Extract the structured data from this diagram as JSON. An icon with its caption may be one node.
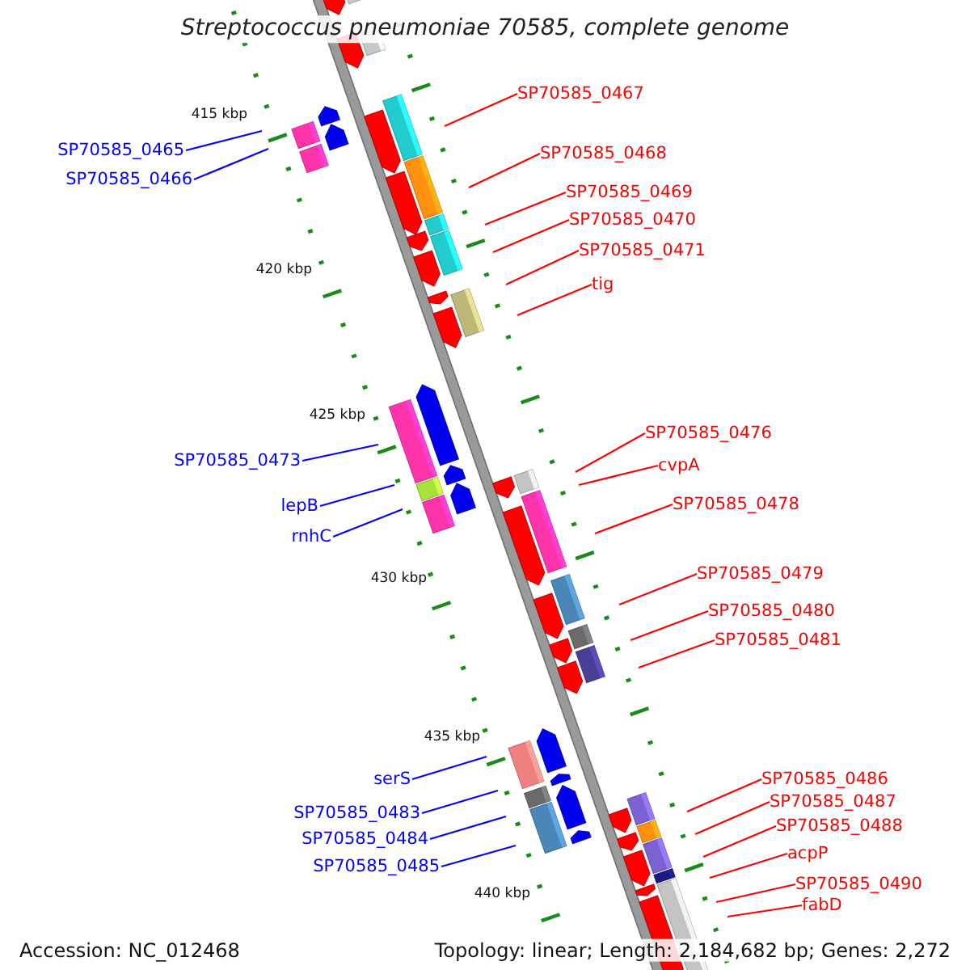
{
  "diagram": {
    "title": "Streptococcus pneumoniae 70585, complete genome",
    "nodes": [
      {
        "text": [
          "SP70585_0467"
        ]
      },
      {
        "text": [
          "SP70585_0465"
        ]
      },
      {
        "text": [
          "SP70585_0468"
        ]
      },
      {
        "text": [
          "SP70585_0466"
        ]
      },
      {
        "text": [
          "SP70585_0469"
        ]
      },
      {
        "text": [
          "SP70585_0470"
        ]
      },
      {
        "text": [
          "SP70585_0471"
        ]
      },
      {
        "text": [
          "tig"
        ]
      },
      {
        "text": [
          "SP70585_0476"
        ]
      },
      {
        "text": [
          "SP70585_0473"
        ]
      },
      {
        "text": [
          "cvpA"
        ]
      },
      {
        "text": [
          "SP70585_0478"
        ]
      },
      {
        "text": [
          "lepB"
        ]
      },
      {
        "text": [
          "rnhC"
        ]
      },
      {
        "text": [
          "SP70585_0479"
        ]
      },
      {
        "text": [
          "SP70585_0480"
        ]
      },
      {
        "text": [
          "SP70585_0481"
        ]
      },
      {
        "text": [
          "serS"
        ]
      },
      {
        "text": [
          "SP70585_0486"
        ]
      },
      {
        "text": [
          "SP70585_0487"
        ]
      },
      {
        "text": [
          "SP70585_0483"
        ]
      },
      {
        "text": [
          "SP70585_0488"
        ]
      },
      {
        "text": [
          "SP70585_0484"
        ]
      },
      {
        "text": [
          "acpP"
        ]
      },
      {
        "text": [
          "SP70585_0485"
        ]
      },
      {
        "text": [
          "SP70585_0490"
        ]
      },
      {
        "text": [
          "fabD"
        ]
      }
    ],
    "edges": [
      {
        "from": 0,
        "to": null,
        "arrow": "none"
      },
      {
        "from": 1,
        "to": null,
        "arrow": "none",
        "color": "#0000ff"
      },
      {
        "from": 2,
        "to": null,
        "arrow": "none"
      },
      {
        "from": 3,
        "to": null,
        "arrow": "none",
        "color": "#0000ff"
      },
      {
        "from": 4,
        "to": null,
        "arrow": "none"
      },
      {
        "from": 5,
        "to": null,
        "arrow": "none"
      },
      {
        "from": 6,
        "to": null,
        "arrow": "none"
      },
      {
        "from": 7,
        "to": null,
        "arrow": "none"
      },
      {
        "from": 8,
        "to": null,
        "arrow": "none"
      },
      {
        "from": 9,
        "to": null,
        "arrow": "none",
        "color": "#0000ff"
      },
      {
        "from": 10,
        "to": null,
        "arrow": "none"
      },
      {
        "from": 11,
        "to": null,
        "arrow": "none"
      },
      {
        "from": 12,
        "to": null,
        "arrow": "none",
        "color": "#0000ff"
      },
      {
        "from": 13,
        "to": null,
        "arrow": "none",
        "color": "#0000ff"
      },
      {
        "from": 14,
        "to": null,
        "arrow": "none"
      },
      {
        "from": 15,
        "to": null,
        "arrow": "none"
      },
      {
        "from": 16,
        "to": null,
        "arrow": "none"
      },
      {
        "from": 17,
        "to": null,
        "arrow": "none",
        "color": "#0000ff"
      },
      {
        "from": 18,
        "to": null,
        "arrow": "none"
      },
      {
        "from": 19,
        "to": null,
        "arrow": "none"
      },
      {
        "from": 20,
        "to": null,
        "arrow": "none",
        "color": "#0000ff"
      },
      {
        "from": 21,
        "to": null,
        "arrow": "none"
      },
      {
        "from": 22,
        "to": null,
        "arrow": "none",
        "color": "#0000ff"
      },
      {
        "from": 23,
        "to": null,
        "arrow": "none"
      },
      {
        "from": 24,
        "to": null,
        "arrow": "none",
        "color": "#0000ff"
      },
      {
        "from": 25,
        "to": null,
        "arrow": "none"
      },
      {
        "from": 26,
        "to": null,
        "arrow": "none"
      }
    ],
    "labels": [
      "415 kbp",
      "420 kbp",
      "425 kbp",
      "430 kbp",
      "435 kbp",
      "440 kbp",
      "Accession: NC_012468",
      "Topology: linear; Length: 2,184,682 bp; Genes: 2,272"
    ]
  }
}
